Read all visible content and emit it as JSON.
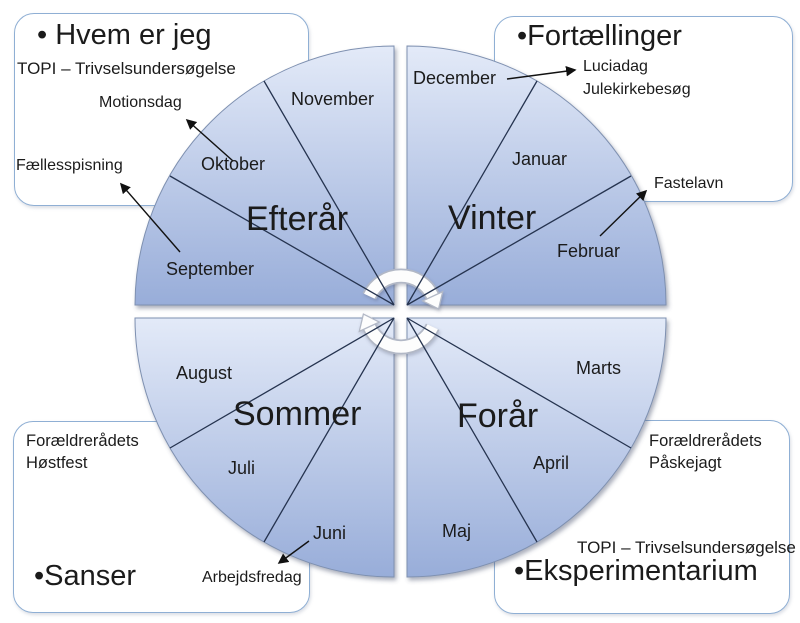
{
  "boxes": {
    "hvem_er_jeg": {
      "title": "• Hvem er jeg",
      "subtitle": "TOPI – Trivselsundersøgelse"
    },
    "fortaellinger": {
      "title": "•Fortællinger"
    },
    "sanser": {
      "title": "•Sanser",
      "note_line1": "Forældrerådets",
      "note_line2": "Høstfest"
    },
    "eksperimentarium": {
      "title": "•Eksperimentarium",
      "subtitle": "TOPI – Trivselsundersøgelse",
      "note_line1": "Forældrerådets",
      "note_line2": "Påskejagt"
    }
  },
  "seasons": {
    "efteraar": "Efterår",
    "vinter": "Vinter",
    "sommer": "Sommer",
    "foraar": "Forår"
  },
  "months": {
    "september": "September",
    "oktober": "Oktober",
    "november": "November",
    "december": "December",
    "januar": "Januar",
    "februar": "Februar",
    "marts": "Marts",
    "april": "April",
    "maj": "Maj",
    "juni": "Juni",
    "juli": "Juli",
    "august": "August"
  },
  "events": {
    "motionsdag": "Motionsdag",
    "faellesspisning": "Fællesspisning",
    "luciadag": "Luciadag",
    "julekirkebesoeg": "Julekirkebesøg",
    "fastelavn": "Fastelavn",
    "arbejdsfredag": "Arbejdsfredag"
  },
  "colors": {
    "quadrant_light": "#e3eaf8",
    "quadrant_dark": "#98add9",
    "box_border": "#8fafd4",
    "divider_line": "#25334f",
    "arrow": "#111111",
    "cycle_glyph_border": "#b2b8c6",
    "cycle_glyph_fill": "#fdfdfd"
  }
}
